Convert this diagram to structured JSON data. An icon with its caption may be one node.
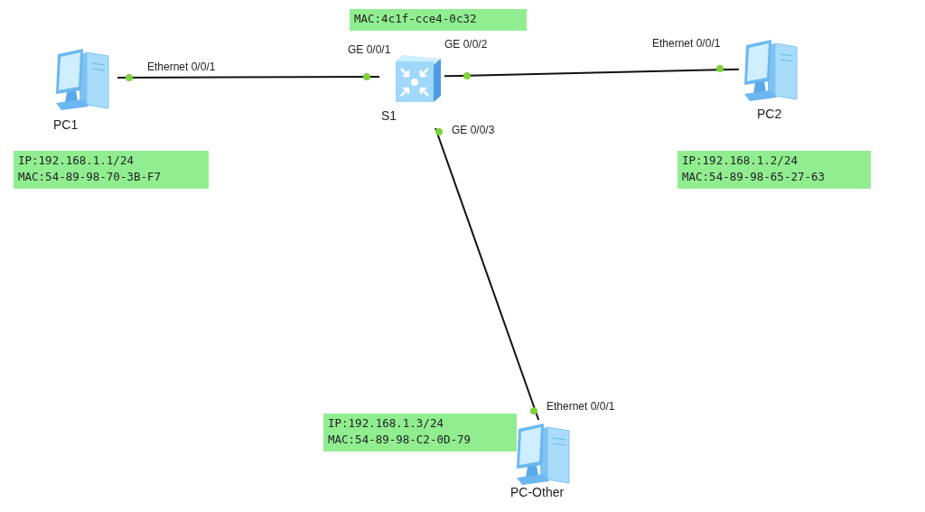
{
  "diagram": {
    "nodes": [
      {
        "text": [
          "MAC:4c1f-cce4-0c32"
        ]
      },
      {
        "text": [
          "PC1"
        ]
      },
      {
        "text": [
          "S1"
        ]
      },
      {
        "text": [
          "PC2"
        ]
      },
      {
        "text": [
          "IP:192.168.1.1/24",
          "MAC:54-89-98-70-3B-F7"
        ]
      },
      {
        "text": [
          "IP:192.168.1.2/24",
          "MAC:54-89-98-65-27-63"
        ]
      },
      {
        "text": [
          "IP:192.168.1.3/24",
          "MAC:54-89-98-C2-0D-79"
        ]
      },
      {
        "text": [
          "PC-Other"
        ]
      }
    ],
    "edges": [
      {
        "from": 1,
        "to": 2,
        "arrow": "none"
      },
      {
        "from": 2,
        "to": 3,
        "arrow": "none"
      },
      {
        "from": 2,
        "to": 7,
        "arrow": "none"
      }
    ],
    "labels": [
      "GE 0/0/1",
      "GE 0/0/2",
      "Ethernet 0/0/1",
      "Ethernet 0/0/1",
      "GE 0/0/3",
      "Ethernet 0/0/1"
    ]
  }
}
